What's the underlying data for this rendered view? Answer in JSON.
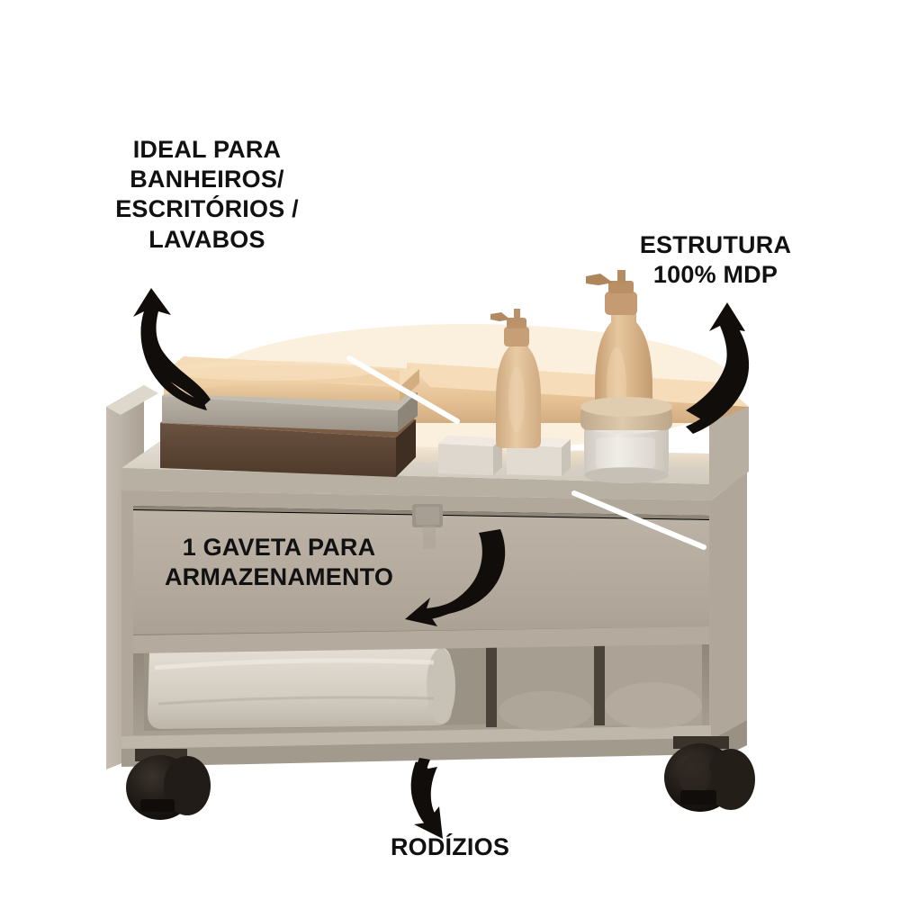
{
  "image": {
    "kind": "product-infographic",
    "subject": "Carrinho organizador / mesa lateral com gaveta e rodízios",
    "background_color": "#ffffff"
  },
  "callouts": [
    {
      "id": "ideal",
      "text": "IDEAL PARA\nBANHEIROS/\nESCRITÓRIOS /\nLAVABOS",
      "color": "#111111",
      "arrow": "curved-arrow-up-left"
    },
    {
      "id": "estrutura",
      "text": "ESTRUTURA\n100% MDP",
      "color": "#111111",
      "arrow": "curved-arrow-up-right"
    },
    {
      "id": "gaveta",
      "text": "1 GAVETA PARA\nARMAZENAMENTO",
      "color": "#111111",
      "arrow": "curved-arrow-down-left"
    },
    {
      "id": "rodizios",
      "text": "RODÍZIOS",
      "color": "#111111",
      "arrow": "curved-arrow-down-right"
    }
  ],
  "product": {
    "body_color": "#b7ada1",
    "body_light_color": "#cdc5ba",
    "body_shadow_color": "#8e8578",
    "top_surface_color": "#d8d2c8",
    "back_rail_color": "#e8c99f",
    "drawer_color": "#b5ab9f",
    "drawer_handle_color": "#9e958a",
    "caster_color": "#1a1613",
    "shelf_inner_color": "#a79d91"
  },
  "accessories": {
    "towel_stack": {
      "bottom_color": "#5b4434",
      "middle_color": "#a9a195",
      "top_color": "#e8c39a"
    },
    "rolled_towel_color": "#d9d2c7",
    "shelf_rolls_color": "#a9a094",
    "soap_bottle_small_color": "#dbbd98",
    "soap_bottle_large_color": "#e2c49e",
    "pump_color": "#b79474",
    "jar_body_color": "#ddd8d0",
    "jar_lid_color": "#cbb79c",
    "small_box_color": "#ded7cd"
  },
  "leader_lines": {
    "color": "#ffffff",
    "count": 2
  }
}
